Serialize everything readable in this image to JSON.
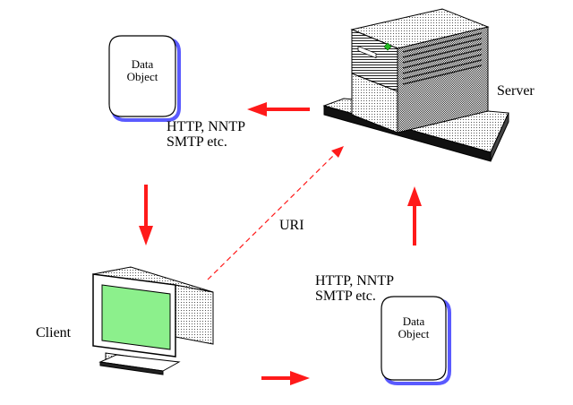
{
  "nodes": {
    "server": {
      "label": "Server"
    },
    "client": {
      "label": "Client"
    },
    "data_object_top": {
      "line1": "Data",
      "line2": "Object"
    },
    "data_object_bottom": {
      "line1": "Data",
      "line2": "Object"
    }
  },
  "protocols_top": {
    "line1": "HTTP, NNTP",
    "line2": "SMTP etc."
  },
  "protocols_bottom": {
    "line1": "HTTP, NNTP",
    "line2": "SMTP etc."
  },
  "uri_label": "URI",
  "colors": {
    "arrow": "#ff1a1a",
    "screen": "#8cf08c",
    "object_shadow": "#5a5aff",
    "server_diamond": "#22bb22"
  }
}
